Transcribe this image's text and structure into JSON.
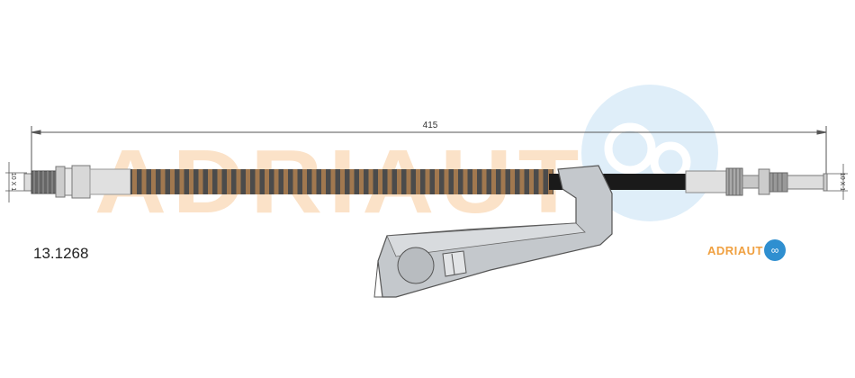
{
  "drawing": {
    "part_number": "13.1268",
    "overall_length": "415",
    "left_thread": "10 X 1",
    "right_thread": "10 X 1"
  },
  "brand": {
    "name": "ADRIAUT",
    "watermark_text": "ADRIAUT",
    "colors": {
      "orange": "#f0a040",
      "blue": "#2f8fd0",
      "watermark_orange": "#fbe2c8",
      "watermark_blue": "#dcecf8"
    }
  }
}
